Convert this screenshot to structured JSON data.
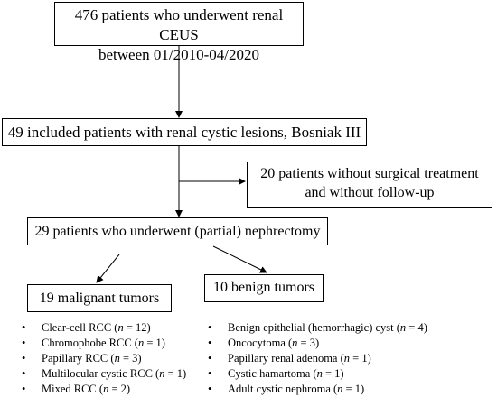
{
  "boxes": {
    "top": {
      "line1": "476 patients who underwent renal CEUS",
      "line2": "between 01/2010-04/2020"
    },
    "included": "49 included patients with renal cystic lesions, Bosniak III",
    "excluded": {
      "line1": "20 patients without surgical treatment",
      "line2": "and without follow-up"
    },
    "surgery": "29 patients who underwent (partial) nephrectomy",
    "malignant": "19 malignant tumors",
    "benign": "10 benign tumors"
  },
  "lists": {
    "bullet": "•",
    "n_symbol": "n",
    "malignant": [
      {
        "pre": "Clear-cell RCC (",
        "post": " = 12)"
      },
      {
        "pre": "Chromophobe RCC (",
        "post": " = 1)"
      },
      {
        "pre": "Papillary RCC (",
        "post": " = 3)"
      },
      {
        "pre": " Multilocular cystic RCC (",
        "post": " = 1)"
      },
      {
        "pre": "Mixed RCC (",
        "post": " = 2)"
      }
    ],
    "benign": [
      {
        "pre": "Benign epithelial (hemorrhagic) cyst (",
        "post": " = 4)"
      },
      {
        "pre": "Oncocytoma (",
        "post": " = 3)"
      },
      {
        "pre": "Papillary renal adenoma (",
        "post": " = 1)"
      },
      {
        "pre": "Cystic hamartoma (",
        "post": " = 1)"
      },
      {
        "pre": "Adult cystic nephroma (",
        "post": " = 1)"
      }
    ]
  }
}
